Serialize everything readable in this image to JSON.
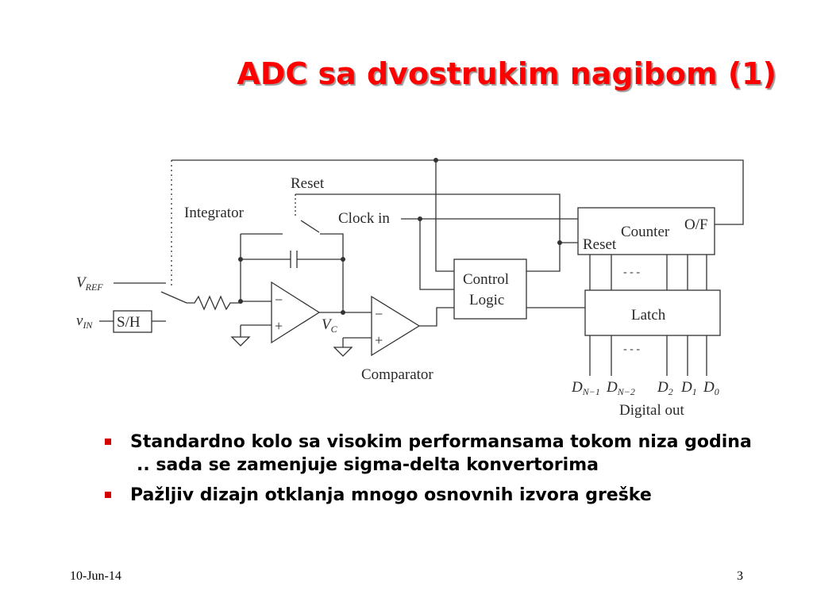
{
  "slide": {
    "title": "ADC sa dvostrukim nagibom (1)",
    "footer_date": "10-Jun-14",
    "page_number": "3",
    "accent_color": "#ff0000",
    "bullet_color": "#d40000"
  },
  "diagram": {
    "labels": {
      "reset_top": "Reset",
      "integrator": "Integrator",
      "clock_in": "Clock in",
      "counter": "Counter",
      "overflow": "O/F",
      "counter_reset": "Reset",
      "control": "Control",
      "logic": "Logic",
      "latch": "Latch",
      "sample_hold": "S/H",
      "comparator": "Comparator",
      "digital_out": "Digital out",
      "dots": "- - -"
    },
    "vref": {
      "main": "V",
      "sub": "REF"
    },
    "vin": {
      "main": "v",
      "sub": "IN"
    },
    "vc": {
      "main": "V",
      "sub": "C"
    },
    "outputs": [
      {
        "main": "D",
        "sub": "N−1"
      },
      {
        "main": "D",
        "sub": "N−2"
      },
      {
        "main": "D",
        "sub": "2"
      },
      {
        "main": "D",
        "sub": "1"
      },
      {
        "main": "D",
        "sub": "0"
      }
    ]
  },
  "bullets": [
    {
      "text": "Standardno kolo sa visokim performansama tokom niza godina",
      "subtext": ".. sada se zamenjuje sigma-delta konvertorima"
    },
    {
      "text": "Pažljiv dizajn otklanja mnogo osnovnih izvora greške"
    }
  ]
}
